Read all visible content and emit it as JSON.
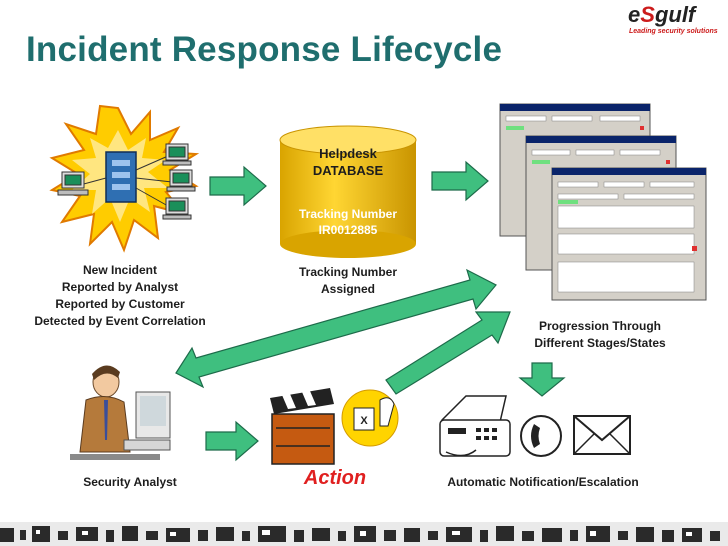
{
  "title": "Incident Response Lifecycle",
  "logo": {
    "main_pre": "e",
    "main_s": "S",
    "main_post": "gulf",
    "tagline": "Leading security solutions"
  },
  "new_incident": {
    "lines": [
      "New Incident",
      "Reported by Analyst",
      "Reported by Customer",
      "Detected by Event Correlation"
    ]
  },
  "database": {
    "title_line1": "Helpdesk",
    "title_line2": "DATABASE",
    "tracking_label": "Tracking Number",
    "tracking_value": "IR0012885"
  },
  "tracking_assigned": {
    "line1": "Tracking Number",
    "line2": "Assigned"
  },
  "progression": {
    "line1": "Progression Through",
    "line2": "Different Stages/States"
  },
  "security_analyst": "Security Analyst",
  "action": "Action",
  "notification": "Automatic Notification/Escalation",
  "colors": {
    "title": "#1f6e6e",
    "arrow_fill": "#3fbf7f",
    "arrow_stroke": "#1d6b4a",
    "cylinder": "#f2c40f",
    "db_text_dark": "#1d1d1d",
    "db_text_light": "#ffffff",
    "action_red": "#e02020",
    "logo_red": "#cc1b1b"
  }
}
